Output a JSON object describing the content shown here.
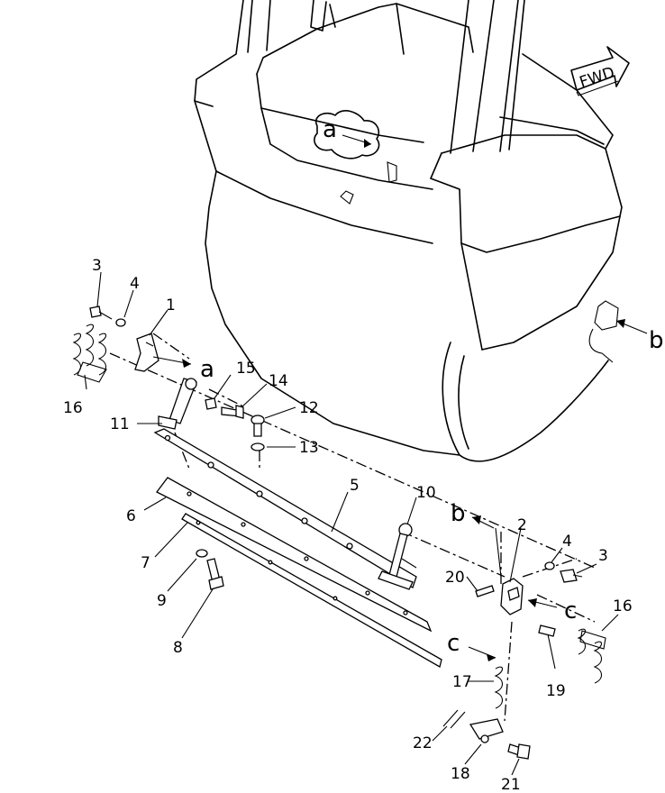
{
  "fwd_label": "FWD",
  "view_letters": {
    "a": "a",
    "b": "b",
    "c": "c"
  },
  "callouts": {
    "p1": "1",
    "p2": "2",
    "p3": "3",
    "p4": "4",
    "p5": "5",
    "p6": "6",
    "p7": "7",
    "p8": "8",
    "p9": "9",
    "p10": "10",
    "p11": "11",
    "p12": "12",
    "p13": "13",
    "p14": "14",
    "p15": "15",
    "p16": "16",
    "p17": "17",
    "p18": "18",
    "p19": "19",
    "p20": "20",
    "p21": "21",
    "p22": "22"
  }
}
